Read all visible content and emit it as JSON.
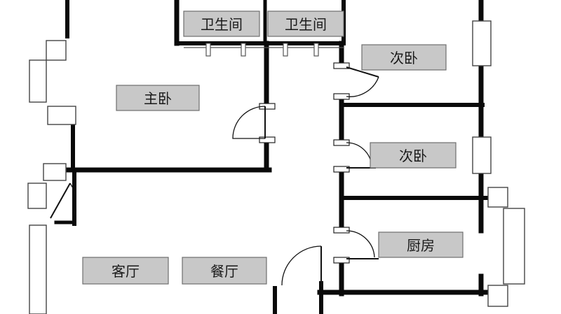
{
  "rooms": {
    "bathroom_1": "卫生间",
    "bathroom_2": "卫生间",
    "secondary_bedroom_1": "次卧",
    "master_bedroom": "主卧",
    "secondary_bedroom_2": "次卧",
    "kitchen": "厨房",
    "living_room": "客厅",
    "dining_room": "餐厅"
  },
  "colors": {
    "wall": "#0a0a0a",
    "label_box": "#c8c8c8",
    "background": "#ffffff"
  }
}
